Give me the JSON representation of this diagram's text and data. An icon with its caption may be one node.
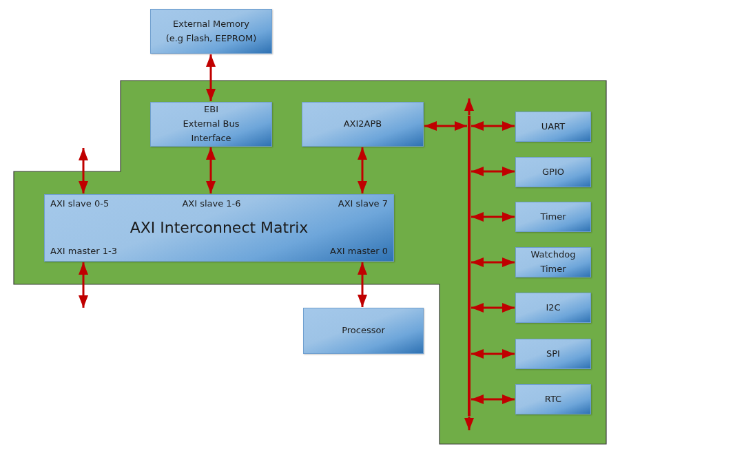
{
  "diagram": {
    "nodes": [
      {
        "text": [],
        "shape": "box"
      },
      {
        "text": [
          "External Memory (e.g Flash, EEPROM)"
        ]
      },
      {
        "text": [
          "EBI",
          "External Bus Interface"
        ],
        "in": 0
      },
      {
        "text": [
          "AXI2APB"
        ],
        "in": 0
      },
      {
        "text": [
          "AXI slave 0-5",
          "AXI slave 1-6",
          "AXI slave 7",
          "AXI Interconnect Matrix",
          "AXI master 1-3",
          "AXI master 0"
        ],
        "in": 0
      },
      {
        "text": [
          "Processor"
        ]
      },
      {
        "text": [],
        "shape": "bar",
        "in": 0
      },
      {
        "text": [
          "UART"
        ],
        "in": 0
      },
      {
        "text": [
          "GPIO"
        ],
        "in": 0
      },
      {
        "text": [
          "Timer"
        ],
        "in": 0
      },
      {
        "text": [
          "Watchdog Timer"
        ],
        "in": 0
      },
      {
        "text": [
          "I2C"
        ],
        "in": 0
      },
      {
        "text": [
          "SPI"
        ],
        "in": 0
      },
      {
        "text": [
          "RTC"
        ],
        "in": 0
      }
    ],
    "edges": [
      {
        "from": 1,
        "to": 2,
        "arrow": "both"
      },
      {
        "from": null,
        "to": 4,
        "arrow": "both"
      },
      {
        "from": 2,
        "to": 4,
        "arrow": "both"
      },
      {
        "from": 3,
        "to": 4,
        "arrow": "both"
      },
      {
        "from": 4,
        "to": null,
        "arrow": "both"
      },
      {
        "from": 4,
        "to": 5,
        "arrow": "both"
      },
      {
        "from": 3,
        "to": 6,
        "arrow": "both"
      },
      {
        "from": 6,
        "to": 7,
        "arrow": "both"
      },
      {
        "from": 6,
        "to": 8,
        "arrow": "both"
      },
      {
        "from": 6,
        "to": 9,
        "arrow": "both"
      },
      {
        "from": 6,
        "to": 10,
        "arrow": "both"
      },
      {
        "from": 6,
        "to": 11,
        "arrow": "both"
      },
      {
        "from": 6,
        "to": 12,
        "arrow": "both"
      },
      {
        "from": 6,
        "to": 13,
        "arrow": "both"
      },
      {
        "from": 6,
        "to": null,
        "arrow": "to"
      },
      {
        "from": 6,
        "to": null,
        "arrow": "to"
      }
    ]
  }
}
